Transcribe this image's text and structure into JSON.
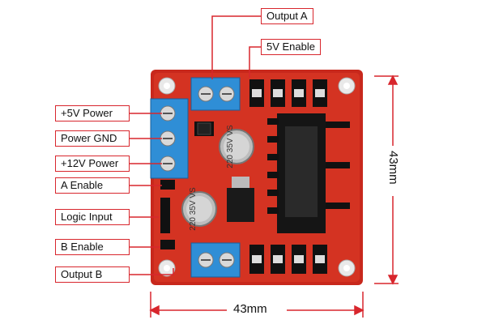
{
  "labels": {
    "output_a": "Output A",
    "five_v_enable": "5V Enable",
    "plus5v_power": "+5V Power",
    "power_gnd": "Power GND",
    "plus12v_power": "+12V Power",
    "a_enable": "A Enable",
    "logic_input": "Logic Input",
    "b_enable": "B Enable",
    "output_b": "Output B"
  },
  "dimensions": {
    "width": "43mm",
    "height": "43mm"
  },
  "board_text": {
    "cap1": "220\n35V\nVS",
    "cap2": "220\n35V\nVS"
  },
  "colors": {
    "board": "#cc2a1e",
    "terminal": "#2f8ed6",
    "callout_border": "#d8262d",
    "dimension_line": "#d8262d"
  }
}
